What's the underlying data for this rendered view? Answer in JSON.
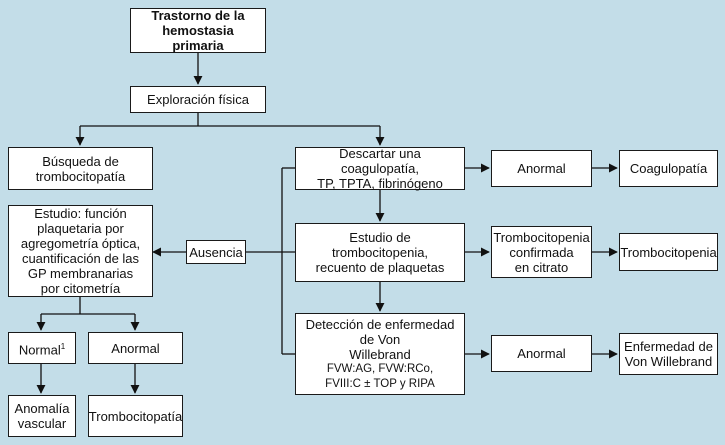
{
  "nodes": {
    "trastorno": [
      "Trastorno de la",
      "hemostasia primaria"
    ],
    "exploracion": "Exploración física",
    "busqueda": [
      "Búsqueda de",
      "trombocitopatía"
    ],
    "descartar": [
      "Descartar una coagulopatía,",
      "TP, TPTA, fibrinógeno"
    ],
    "anormal1": "Anormal",
    "coagulopatia": "Coagulopatía",
    "estudio_funcion": [
      "Estudio: función",
      "plaquetaria por",
      "agregometría óptica,",
      "cuantificación de las",
      "GP membranarias",
      "por citometría"
    ],
    "ausencia": "Ausencia",
    "estudio_tromb": [
      "Estudio de trombocitopenia,",
      "recuento de plaquetas"
    ],
    "tromb_confirmada": [
      "Trombocitopenia",
      "confirmada",
      "en citrato"
    ],
    "trombocitopenia": "Trombocitopenia",
    "normal": "Normal",
    "normal_sup": "1",
    "anormal2": "Anormal",
    "deteccion": [
      "Detección de enfermedad",
      "de Von",
      "Willebrand"
    ],
    "deteccion_tests": [
      "FVW:AG, FVW:RCo,",
      "FVIII:C ± TOP y RIPA"
    ],
    "anormal3": "Anormal",
    "enf_vw": [
      "Enfermedad de",
      "Von Willebrand"
    ],
    "anomalia": [
      "Anomalía",
      "vascular"
    ],
    "trombocitopatia": "Trombocitopatía"
  }
}
